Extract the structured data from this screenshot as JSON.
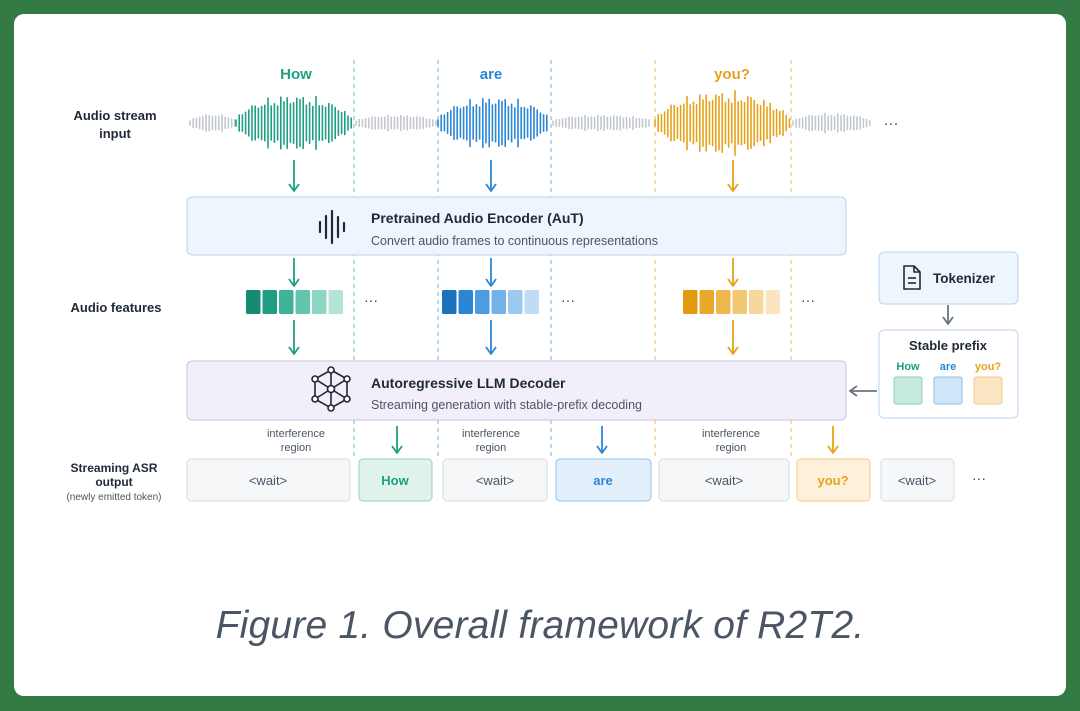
{
  "words": [
    "How",
    "are",
    "you?"
  ],
  "colors": {
    "green": "#1f9e83",
    "blue": "#2b86d6",
    "orange": "#e5a21a",
    "gray_wave": "#c3c8cf",
    "encoder_bg": "#eef5fd",
    "decoder_bg": "#f2effa",
    "dashed_green": "#8fd0c0",
    "dashed_blue": "#8ec3ec",
    "dashed_orange": "#f3c98a"
  },
  "row_labels": {
    "audio_stream_line1": "Audio stream",
    "audio_stream_line2": "input",
    "audio_features": "Audio features",
    "asr_line1": "Streaming ASR",
    "asr_line2": "output",
    "asr_line3": "(newly emitted token)"
  },
  "encoder": {
    "title": "Pretrained Audio Encoder (AuT)",
    "subtitle": "Convert audio frames to continuous representations",
    "icon": "audio-wave-icon"
  },
  "decoder": {
    "title": "Autoregressive LLM Decoder",
    "subtitle": "Streaming generation with stable-prefix decoding",
    "icon": "neural-network-icon"
  },
  "tokenizer": {
    "label": "Tokenizer",
    "icon": "document-icon"
  },
  "stable_prefix": {
    "title": "Stable prefix",
    "tokens": [
      "How",
      "are",
      "you?"
    ]
  },
  "ellipsis": "···",
  "interference": {
    "line1": "interference",
    "line2": "region"
  },
  "outputs": [
    "<wait>",
    "How",
    "<wait>",
    "are",
    "<wait>",
    "you?",
    "<wait>"
  ],
  "caption": "Figure 1. Overall framework of R2T2."
}
